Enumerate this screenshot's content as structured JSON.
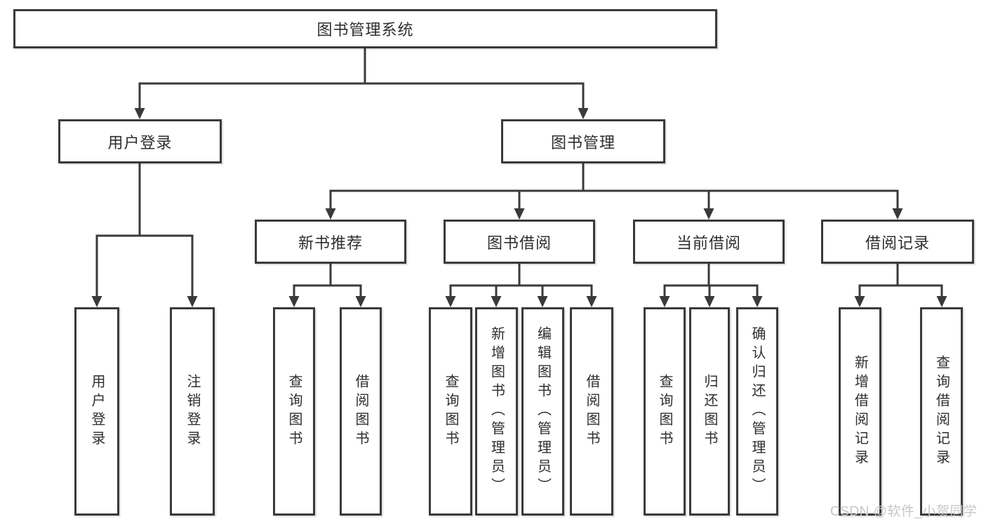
{
  "nodes": {
    "root": "图书管理系统",
    "user_login": "用户登录",
    "book_mgmt": "图书管理",
    "new_book_rec": "新书推荐",
    "book_borrow": "图书借阅",
    "current_borrow": "当前借阅",
    "borrow_records": "借阅记录",
    "ul_user_login": "用户登录",
    "ul_logout": "注销登录",
    "nbr_query_book": "查询图书",
    "nbr_borrow_book": "借阅图书",
    "bb_query_book": "查询图书",
    "bb_add_book": "新增图书（管理员）",
    "bb_edit_book": "编辑图书（管理员）",
    "bb_borrow_book": "借阅图书",
    "cb_query_book": "查询图书",
    "cb_return_book": "归还图书",
    "cb_confirm_return": "确认归还（管理员）",
    "br_add_record": "新增借阅记录",
    "br_query_record": "查询借阅记录"
  },
  "colors": {
    "line": "#3a3a3c",
    "text": "#2e2e30",
    "watermark": "#c8c6ca"
  },
  "watermark": {
    "text": "CSDN @软件_小贺同学"
  }
}
